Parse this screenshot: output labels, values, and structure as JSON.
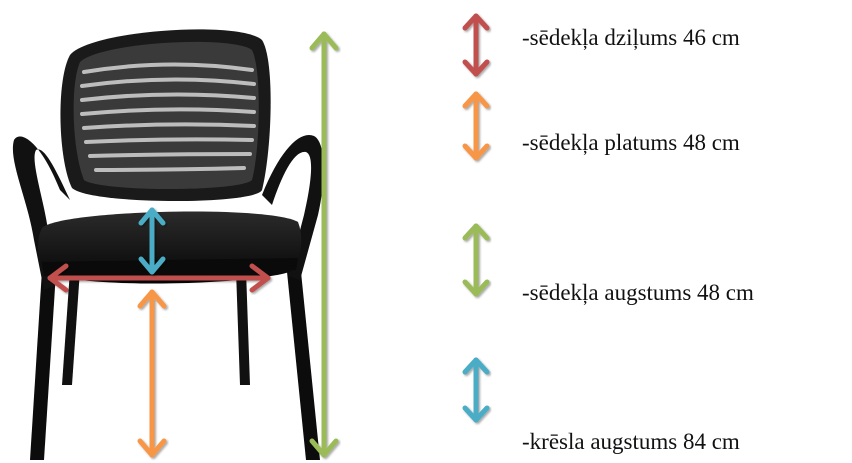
{
  "legend": {
    "depth": {
      "text": "-sēdekļa dziļums 46 cm",
      "color": "#c0504d"
    },
    "width": {
      "text": "-sēdekļa platums 48 cm",
      "color": "#f79646"
    },
    "seat_height": {
      "text": "-sēdekļa augstums 48 cm",
      "color": "#9bbb59"
    },
    "chair_height": {
      "text": "-krēsla augstums 84 cm",
      "color": "#4bacc6"
    }
  }
}
